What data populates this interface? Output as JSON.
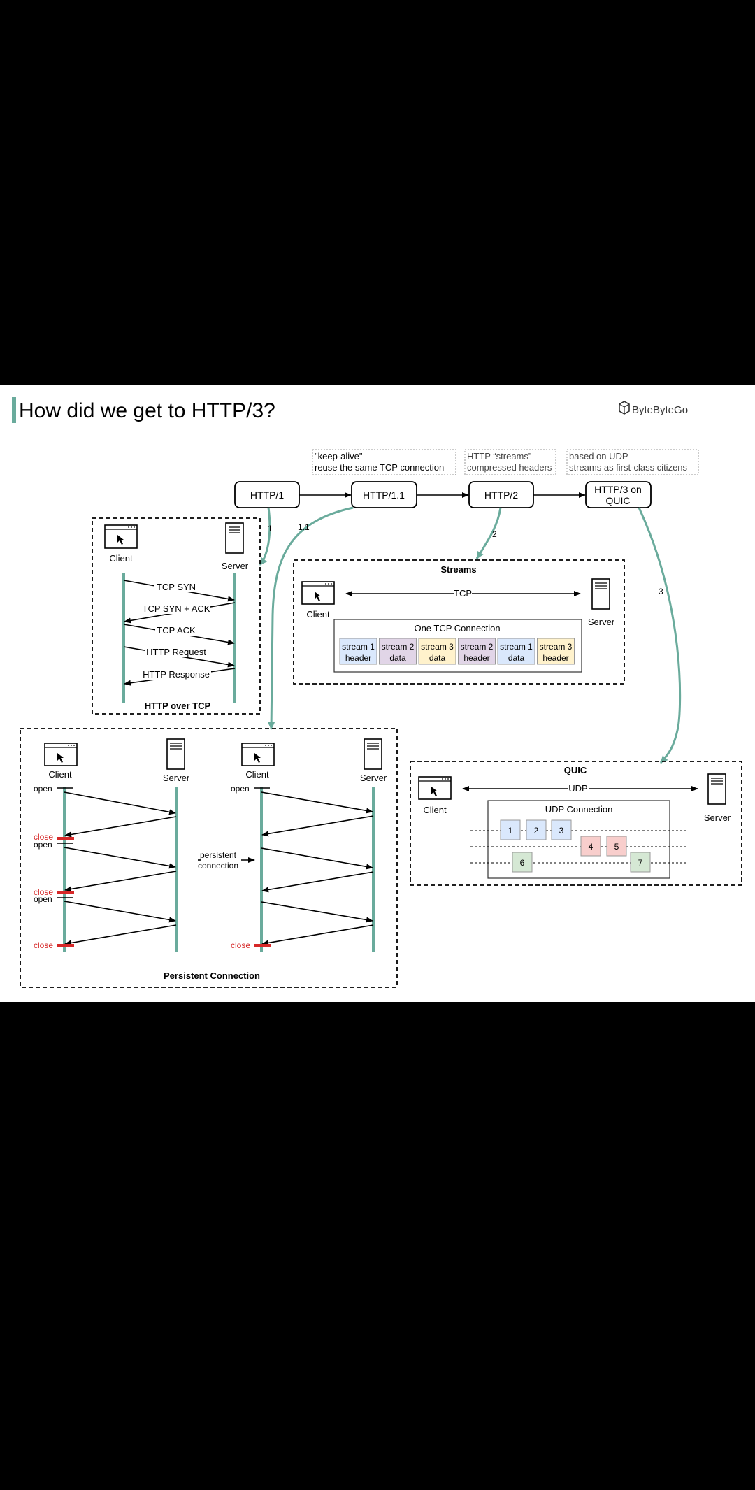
{
  "title": "How did we get to HTTP/3?",
  "brand": "ByteByteGo",
  "colors": {
    "teal": "#6aab9c",
    "red": "#d62828",
    "stream1": "#dae8fc",
    "stream2": "#e1d5e7",
    "stream3": "#fff2cc",
    "redBox": "#f8cecc",
    "greenBox": "#d5e8d4"
  },
  "notes": {
    "http11_line1": "\"keep-alive\"",
    "http11_line2": "reuse the same TCP connection",
    "http2_line1": "HTTP “streams”",
    "http2_line2": "compressed headers",
    "http3_line1": "based on UDP",
    "http3_line2": "streams as first-class citizens"
  },
  "versions": {
    "http1": "HTTP/1",
    "http11": "HTTP/1.1",
    "http2": "HTTP/2",
    "http3_line1": "HTTP/3 on",
    "http3_line2": "QUIC"
  },
  "edge_labels": {
    "e1": "1",
    "e11": "1.1",
    "e2": "2",
    "e3": "3"
  },
  "common": {
    "client": "Client",
    "server": "Server"
  },
  "http_over_tcp": {
    "title": "HTTP over TCP",
    "messages": [
      "TCP SYN",
      "TCP SYN + ACK",
      "TCP ACK",
      "HTTP Request",
      "HTTP Response"
    ]
  },
  "streams": {
    "title": "Streams",
    "tcp": "TCP",
    "conn_label": "One TCP Connection",
    "cells": [
      {
        "l1": "stream 1",
        "l2": "header"
      },
      {
        "l1": "stream 2",
        "l2": "data"
      },
      {
        "l1": "stream 3",
        "l2": "data"
      },
      {
        "l1": "stream 2",
        "l2": "header"
      },
      {
        "l1": "stream 1",
        "l2": "data"
      },
      {
        "l1": "stream 3",
        "l2": "header"
      }
    ]
  },
  "persistent": {
    "title": "Persistent Connection",
    "open": "open",
    "close": "close",
    "middle_line1": "persistent",
    "middle_line2": "connection"
  },
  "quic": {
    "title": "QUIC",
    "udp": "UDP",
    "conn_label": "UDP Connection",
    "packets": [
      "1",
      "2",
      "3",
      "4",
      "5",
      "6",
      "7"
    ]
  }
}
